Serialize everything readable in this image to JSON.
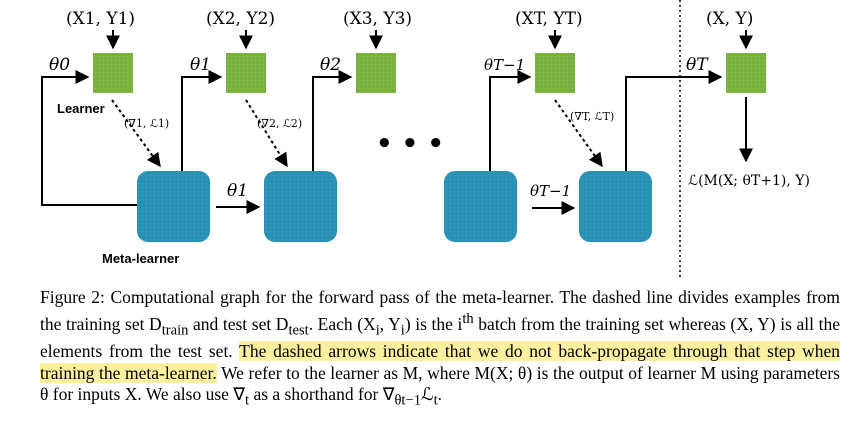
{
  "figure": {
    "inputs": [
      "(X1, Y1)",
      "(X2, Y2)",
      "(X3, Y3)",
      "(XT, YT)",
      "(X, Y)"
    ],
    "params": [
      "θ0",
      "θ1",
      "θ2",
      "θT−1",
      "θT"
    ],
    "gradients": [
      "(∇1, ℒ1)",
      "(∇2, ℒ2)",
      "(∇T, ℒT)"
    ],
    "meta_params": [
      "θ1",
      "θT−1"
    ],
    "learner_label": "Learner",
    "meta_learner_label": "Meta-learner",
    "output_label": "ℒ(M(X; θT+1), Y)",
    "ellipsis": "• • •",
    "colors": {
      "learner_box": "#7bb343",
      "meta_box": "#2a93b5"
    }
  },
  "caption": {
    "label": "Figure 2:",
    "s1": "Computational graph for the forward pass of the meta-learner. The dashed line divides examples from the training set D",
    "s1_sub": "train",
    "s1b": " and test set D",
    "s1b_sub": "test",
    "s1c": ". Each (X",
    "s1c_sub": "i",
    "s1d": ", Y",
    "s1d_sub": "i",
    "s1e": ") is the i",
    "s1e_sup": "th",
    "s1f": " batch from the training set whereas (X, Y) is all the elements from the test set. ",
    "highlight": "The dashed arrows indicate that we do not back-propagate through that step when training the meta-learner.",
    "s2": " We refer to the learner as M, where M(X; θ) is the output of learner M using parameters θ for inputs X. We also use ∇",
    "s2_sub": "t",
    "s2b": " as a shorthand for ∇",
    "s2b_sub": "θt−1",
    "s2c": "ℒ",
    "s2c_sub": "t",
    "s2d": "."
  }
}
